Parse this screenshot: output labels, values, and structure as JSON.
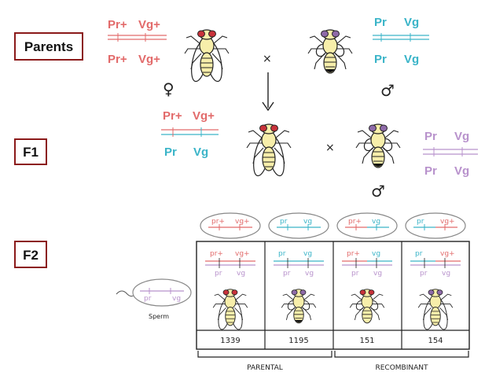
{
  "colors": {
    "red": "#e26a6a",
    "teal": "#3ab4c8",
    "purple": "#b892cc",
    "box_border": "#8b1a1a",
    "fly_body": "#f7eeaa",
    "eye_red": "#c8323a",
    "eye_purple": "#8e6aa8",
    "ink": "#222222"
  },
  "labels": {
    "parents": "Parents",
    "f1": "F1",
    "f2": "F2"
  },
  "symbols": {
    "female": "♀",
    "male": "♂",
    "cross": "×"
  },
  "parents": {
    "female_top": [
      "Pr+",
      "Vg+"
    ],
    "female_bottom": [
      "Pr+",
      "Vg+"
    ],
    "male_top": [
      "Pr",
      "Vg"
    ],
    "male_bottom": [
      "Pr",
      "Vg"
    ]
  },
  "f1": {
    "female_top": [
      "Pr+",
      "Vg+"
    ],
    "female_bottom": [
      "Pr",
      "Vg"
    ],
    "male_top": [
      "Pr",
      "Vg"
    ],
    "male_bottom": [
      "Pr",
      "Vg"
    ]
  },
  "sperm": {
    "genes": [
      "pr",
      "vg"
    ],
    "label": "Sperm"
  },
  "f2": {
    "gametes": [
      {
        "left": "pr+",
        "right": "vg+",
        "left_color": "red",
        "right_color": "red"
      },
      {
        "left": "pr",
        "right": "vg",
        "left_color": "teal",
        "right_color": "teal"
      },
      {
        "left": "pr+",
        "right": "vg",
        "left_color": "red",
        "right_color": "teal"
      },
      {
        "left": "pr",
        "right": "vg+",
        "left_color": "teal",
        "right_color": "red"
      }
    ],
    "counts": [
      "1339",
      "1195",
      "151",
      "154"
    ],
    "parental_label": "PARENTAL",
    "recombinant_label": "RECOMBINANT"
  }
}
